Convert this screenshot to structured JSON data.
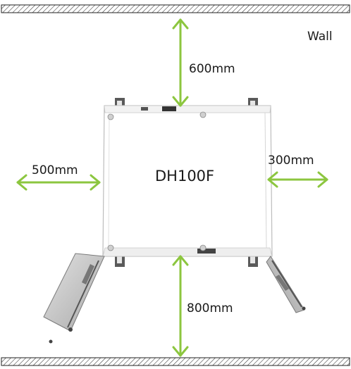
{
  "wall_label": "Wall",
  "unit_name": "DH100F",
  "clearances": {
    "top": "600mm",
    "left": "500mm",
    "right": "300mm",
    "bottom": "800mm"
  },
  "colors": {
    "arrow": "#8cc63f",
    "wall_hatch": "#333333",
    "unit_fill": "#ffffff",
    "unit_edge": "#c8c8c8",
    "bracket": "#555555",
    "door_panel": "#c9c9c9"
  }
}
